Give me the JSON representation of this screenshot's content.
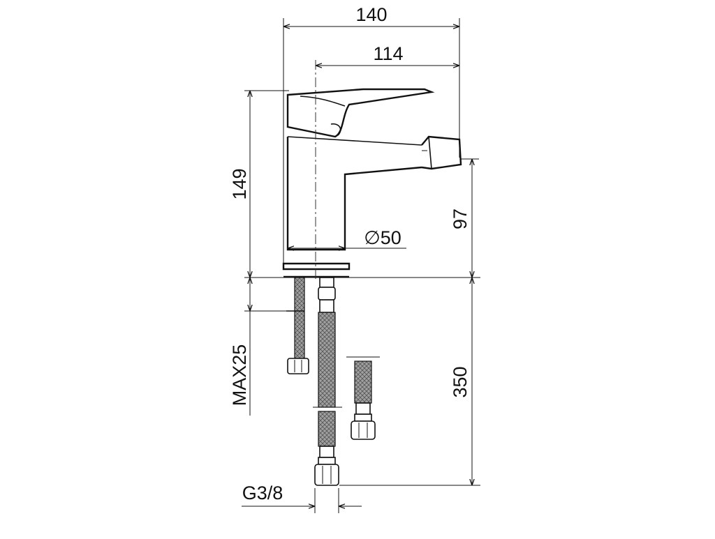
{
  "drawing": {
    "title": "",
    "dimensions": {
      "overall_width": "140",
      "spout_reach": "114",
      "overall_height": "149",
      "spout_height": "97",
      "base_diameter": "∅50",
      "max_counter_thickness": "MAX25",
      "hose_length": "350",
      "connection_thread": "G3/8"
    }
  }
}
